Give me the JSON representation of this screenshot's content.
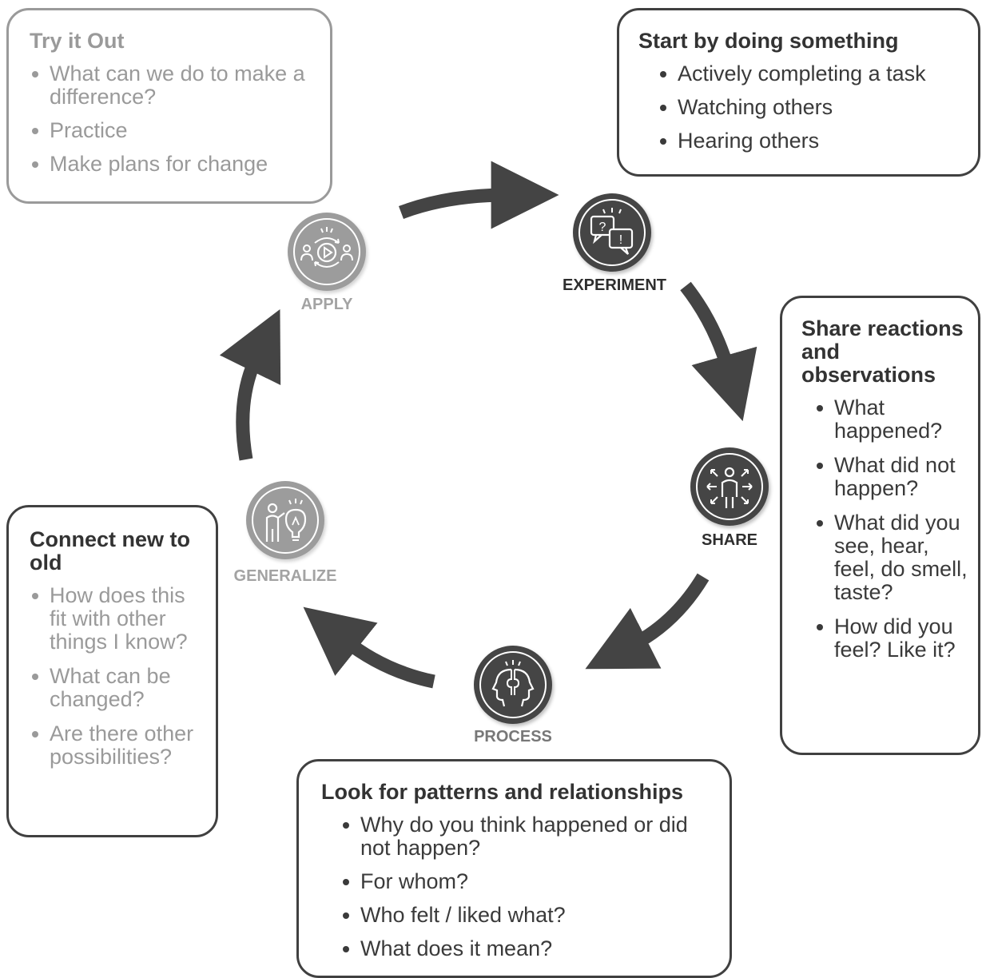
{
  "colors": {
    "dark": "#404040",
    "light": "#9a9a9a",
    "arrow": "#444444"
  },
  "try_it_out": {
    "title": "Try it Out",
    "items": [
      "What can we do to make a difference?",
      "Practice",
      "Make plans for change"
    ]
  },
  "start": {
    "title": "Start by doing something",
    "items": [
      "Actively completing a task",
      "Watching others",
      "Hearing others"
    ]
  },
  "share_box": {
    "title": "Share reactions and observations",
    "items": [
      "What happened?",
      "What did not happen?",
      "What did you see, hear, feel, do smell, taste?",
      "How did you feel? Like it?"
    ]
  },
  "connect": {
    "title": "Connect new to old",
    "items": [
      "How does this fit with other things I know?",
      "What can be changed?",
      "Are there other possibilities?"
    ]
  },
  "patterns": {
    "title": "Look for patterns and relationships",
    "items": [
      "Why do you think happened or did not happen?",
      "For whom?",
      "Who felt / liked what?",
      "What does it mean?"
    ]
  },
  "nodes": {
    "experiment": {
      "label": "EXPERIMENT",
      "icon": "speech-bubbles-icon"
    },
    "share": {
      "label": "SHARE",
      "icon": "person-arrows-icon"
    },
    "process": {
      "label": "PROCESS",
      "icon": "puzzle-heads-icon"
    },
    "generalize": {
      "label": "GENERALIZE",
      "icon": "person-lightbulb-icon"
    },
    "apply": {
      "label": "APPLY",
      "icon": "people-cycle-play-icon"
    }
  }
}
